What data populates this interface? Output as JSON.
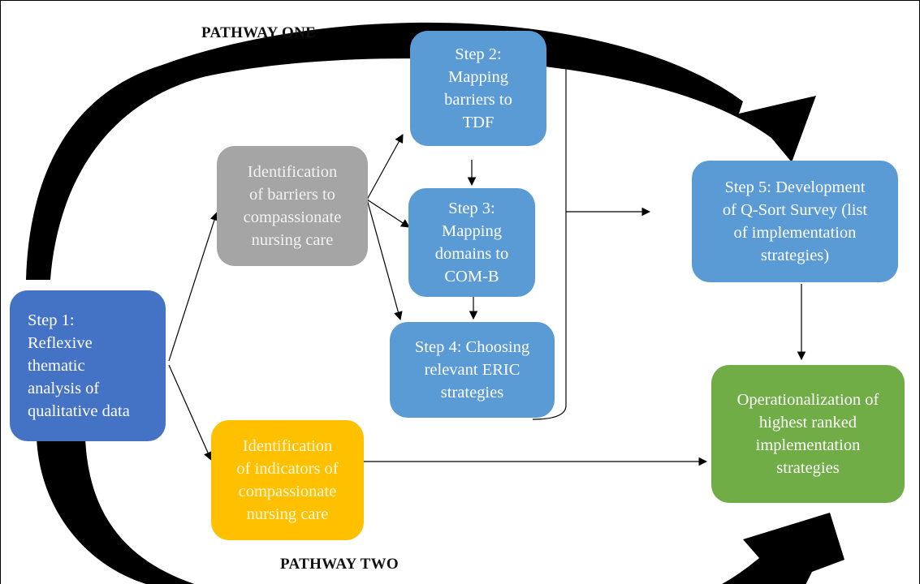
{
  "pathways": {
    "one": "PATHWAY ONE",
    "two": "PATHWAY TWO"
  },
  "boxes": {
    "step1": "Step 1:\nReflexive\nthematic\nanalysis of\nqualitative data",
    "barriers": "Identification\nof barriers to\ncompassionate\nnursing care",
    "indicators": "Identification\nof indicators of\ncompassionate\nnursing care",
    "step2": "Step 2:\nMapping\nbarriers to\nTDF",
    "step3": "Step 3:\nMapping\ndomains to\nCOM-B",
    "step4": "Step 4: Choosing\nrelevant ERIC\nstrategies",
    "step5": "Step 5: Development\nof Q-Sort Survey (list\nof implementation\nstrategies)",
    "operationalization": "Operationalization of\nhighest ranked\nimplementation\nstrategies"
  },
  "colors": {
    "step1": "#4472c4",
    "barriers": "#a5a5a5",
    "indicators": "#ffc000",
    "mapping_steps": "#5b9bd5",
    "operationalization": "#70ad47",
    "text_light": "#ffffff",
    "text_faint": "#f2f2f2",
    "sweep_arrows": "#000000"
  }
}
